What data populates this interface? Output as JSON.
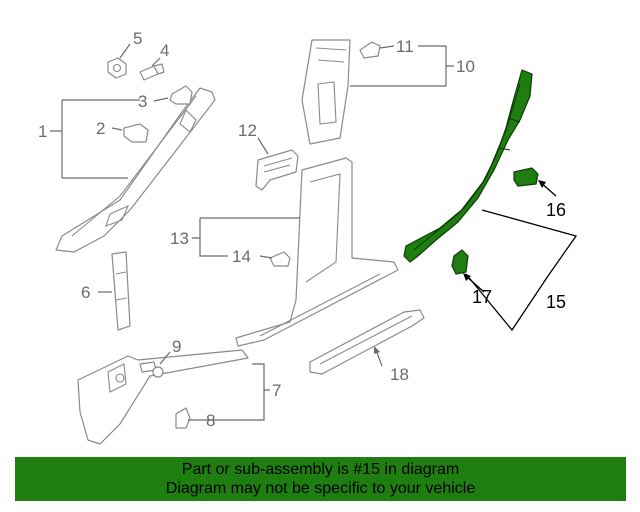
{
  "callouts": {
    "c1": "1",
    "c2": "2",
    "c3": "3",
    "c4": "4",
    "c5": "5",
    "c6": "6",
    "c7": "7",
    "c8": "8",
    "c9": "9",
    "c10": "10",
    "c11": "11",
    "c12": "12",
    "c13": "13",
    "c14": "14",
    "c15": "15",
    "c16": "16",
    "c17": "17",
    "c18": "18"
  },
  "highlight": {
    "part_number": "15",
    "color": "#1e7e10"
  },
  "banner": {
    "line1": "Part or sub-assembly is #15 in diagram",
    "line2": "Diagram may not be specific to your vehicle"
  }
}
